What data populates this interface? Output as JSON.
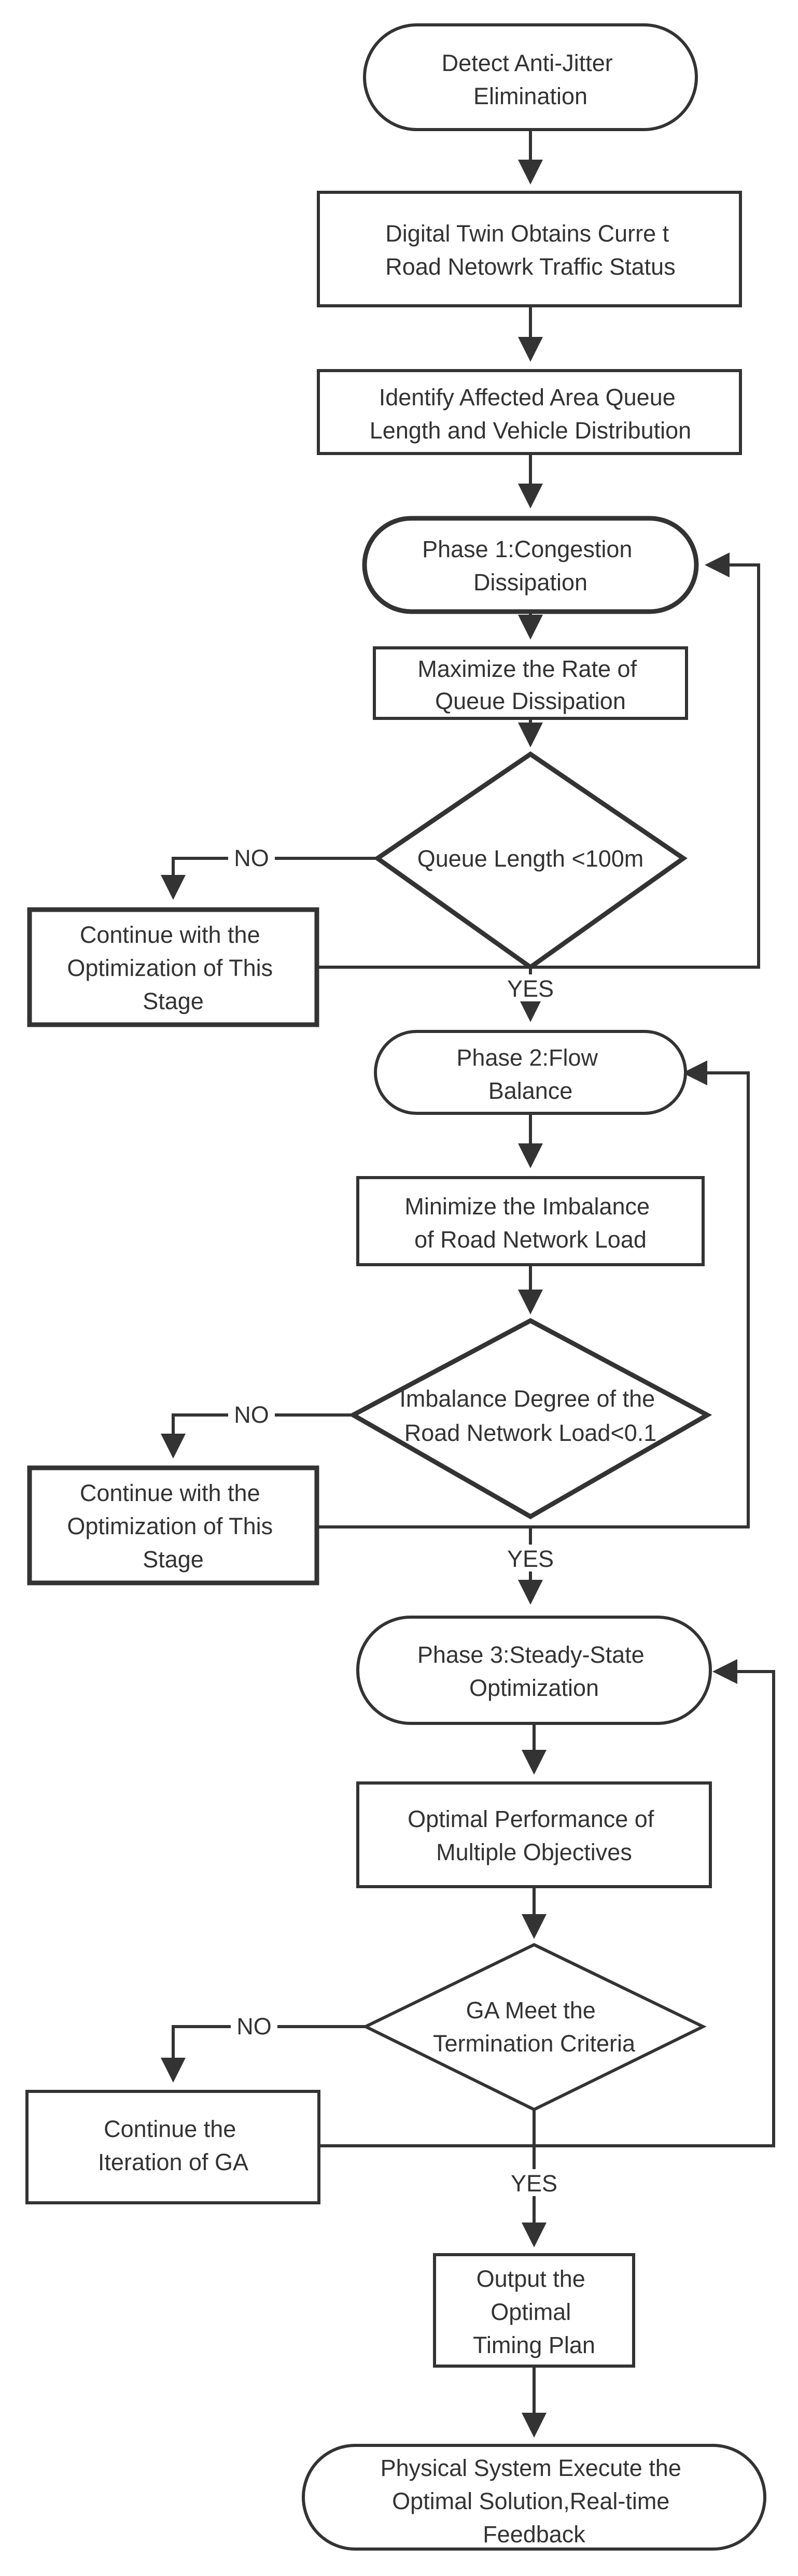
{
  "nodes": {
    "detect": {
      "lines": [
        "Detect Anti-Jitter",
        "Elimination"
      ]
    },
    "twin": {
      "lines": [
        "Digital Twin Obtains Curre t",
        "Road Netowrk Traffic Status"
      ]
    },
    "identify": {
      "lines": [
        "Identify Affected Area Queue",
        "Length and Vehicle Distribution"
      ]
    },
    "phase1": {
      "lines": [
        "Phase 1:Congestion",
        "Dissipation"
      ]
    },
    "maximize": {
      "lines": [
        "Maximize the Rate of",
        "Queue Dissipation"
      ]
    },
    "decision1": {
      "lines": [
        "Queue Length <100m"
      ]
    },
    "continue1": {
      "lines": [
        "Continue with the",
        "Optimization of This",
        "Stage"
      ]
    },
    "phase2": {
      "lines": [
        "Phase 2:Flow",
        "Balance"
      ]
    },
    "minimize": {
      "lines": [
        "Minimize the Imbalance",
        "of Road Network Load"
      ]
    },
    "decision2": {
      "lines": [
        "Imbalance Degree of the",
        "Road Network Load<0.1"
      ]
    },
    "continue2": {
      "lines": [
        "Continue with the",
        "Optimization of This",
        "Stage"
      ]
    },
    "phase3": {
      "lines": [
        "Phase 3:Steady-State",
        "Optimization"
      ]
    },
    "optimal": {
      "lines": [
        "Optimal Performance of",
        "Multiple Objectives"
      ]
    },
    "decision3": {
      "lines": [
        "GA Meet the",
        "Termination Criteria"
      ]
    },
    "continue3": {
      "lines": [
        "Continue the",
        "Iteration of GA"
      ]
    },
    "output": {
      "lines": [
        "Output the",
        "Optimal",
        "Timing Plan"
      ]
    },
    "physical": {
      "lines": [
        "Physical System Execute the",
        "Optimal Solution,Real-time",
        "Feedback"
      ]
    }
  },
  "edge_labels": {
    "no1": "NO",
    "yes1": "YES",
    "no2": "NO",
    "yes2": "YES",
    "no3": "NO",
    "yes3": "YES"
  },
  "colors": {
    "stroke": "#333333",
    "text": "#333333",
    "no1_text": "#7a4a3a",
    "background": "#ffffff"
  }
}
